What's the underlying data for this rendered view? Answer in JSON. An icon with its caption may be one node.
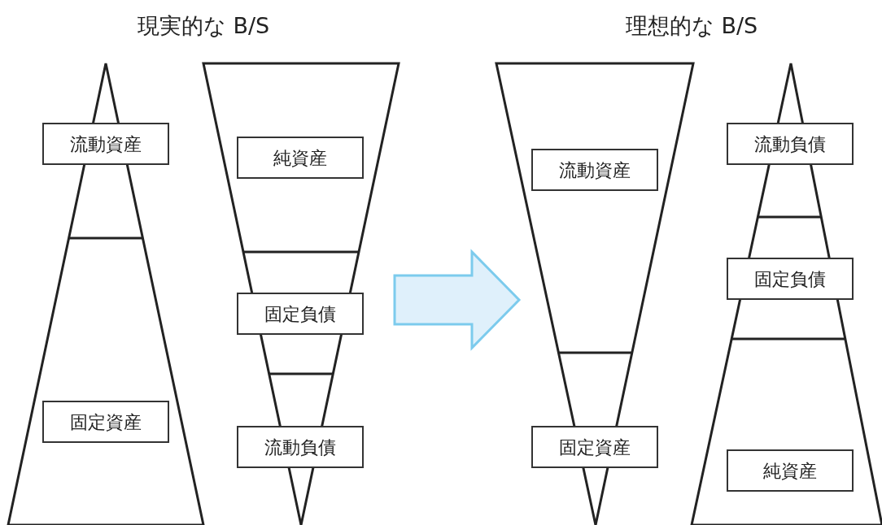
{
  "diagram": {
    "nodes": [
      {
        "text": [],
        "shape": "triangle"
      },
      {
        "text": [
          "流動資産"
        ],
        "in": 0
      },
      {
        "text": [
          "固定資産"
        ],
        "in": 0
      },
      {
        "text": [],
        "shape": "triangle"
      },
      {
        "text": [
          "純資産"
        ],
        "in": 3
      },
      {
        "text": [
          "固定負債"
        ],
        "in": 3
      },
      {
        "text": [
          "流動負債"
        ],
        "in": 3
      },
      {
        "text": [],
        "shape": "triangle"
      },
      {
        "text": [
          "流動資産"
        ],
        "in": 7
      },
      {
        "text": [
          "固定資産"
        ],
        "in": 7
      },
      {
        "text": [],
        "shape": "triangle"
      },
      {
        "text": [
          "流動負債"
        ],
        "in": 10
      },
      {
        "text": [
          "固定負債"
        ],
        "in": 10
      },
      {
        "text": [
          "純資産"
        ],
        "in": 10
      }
    ],
    "edges": [
      {
        "from": 3,
        "to": 7,
        "arrow": "to",
        "style": "thick"
      }
    ],
    "labels": [
      "現実的な B/S",
      "理想的な B/S"
    ]
  }
}
